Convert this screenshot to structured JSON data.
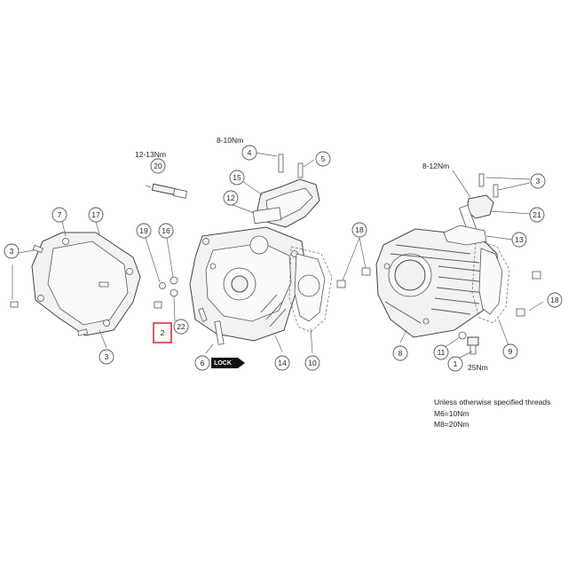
{
  "callouts": {
    "c1": "1",
    "c2": "2",
    "c3a": "3",
    "c3b": "3",
    "c3c": "3",
    "c4": "4",
    "c5": "5",
    "c6": "6",
    "c7": "7",
    "c8": "8",
    "c9": "9",
    "c10": "10",
    "c11": "11",
    "c12": "12",
    "c13": "13",
    "c14": "14",
    "c15": "15",
    "c16": "16",
    "c17": "17",
    "c18a": "18",
    "c18b": "18",
    "c19": "19",
    "c20": "20",
    "c21": "21",
    "c22": "22"
  },
  "torque": {
    "spark_plug": "12-13Nm",
    "manifold": "8-10Nm",
    "tensioner": "8-12Nm",
    "drain_bolt": "25Nm"
  },
  "lock_label": "LOCK",
  "highlight_color": "#e03030",
  "notes": {
    "heading": "Unless otherwise specified threads",
    "m6": "M6=10Nm",
    "m8": "M8=20Nm"
  }
}
